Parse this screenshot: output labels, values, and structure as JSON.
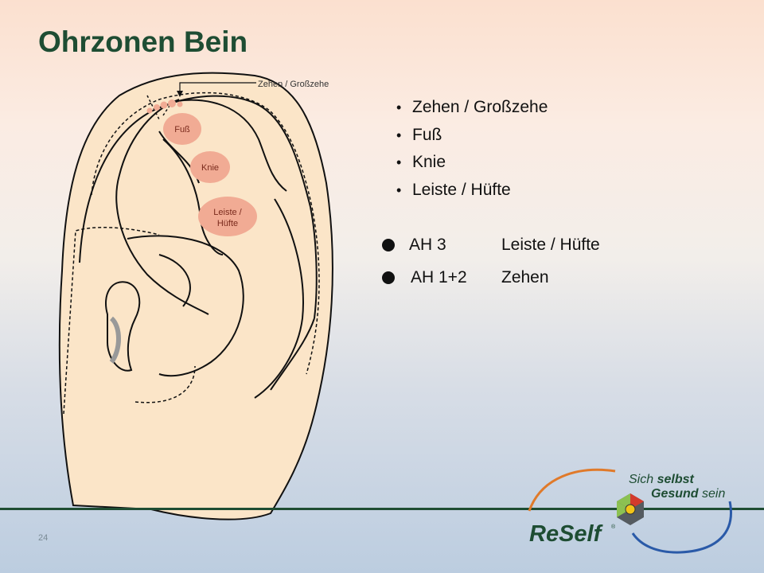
{
  "slide": {
    "title": "Ohrzonen Bein",
    "page_number": "24"
  },
  "diagram": {
    "top_label": "Zehen / Großzehe",
    "zones": [
      {
        "label": "Fuß"
      },
      {
        "label": "Knie"
      },
      {
        "label_lines": [
          "Leiste /",
          "Hüfte"
        ]
      }
    ]
  },
  "bullets": [
    "Zehen / Großzehe",
    "Fuß",
    "Knie",
    "Leiste / Hüfte"
  ],
  "ah_points": [
    {
      "code": "AH 3",
      "text": "Leiste / Hüfte"
    },
    {
      "code": "AH 1+2",
      "text": "Zehen"
    }
  ],
  "logo": {
    "brand": "ReSelf",
    "registered": "®",
    "slogan_line1_regular": "Sich ",
    "slogan_line1_bold": "selbst",
    "slogan_line2_bold": "Gesund",
    "slogan_line2_regular": " sein",
    "colors": {
      "green": "#1e4d33",
      "orange": "#e07a2a",
      "blue": "#2a5aa8",
      "red": "#d33a2c",
      "yellow": "#f2c418",
      "lightgreen": "#8cc152",
      "grey": "#555b60"
    }
  },
  "colors": {
    "title": "#1e4d33",
    "skin": "#fbe5c8",
    "zone": "#f1ab94",
    "zone_text": "#7a2a1c"
  }
}
